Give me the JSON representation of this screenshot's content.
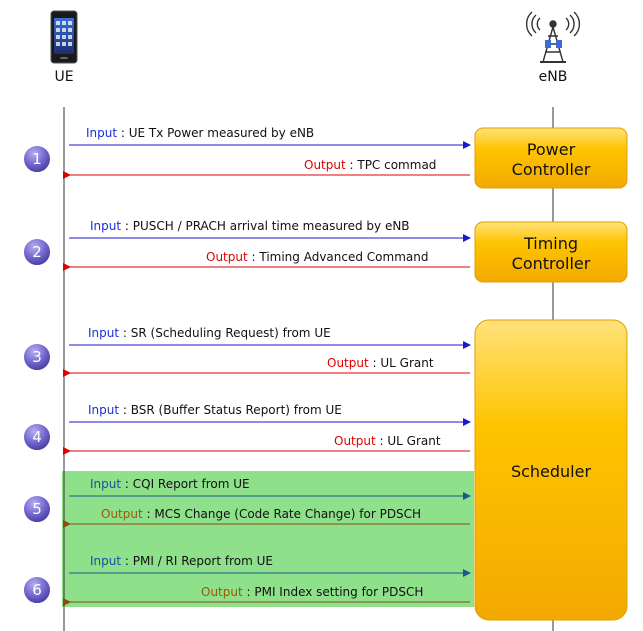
{
  "entities": {
    "ue": {
      "label": "UE",
      "icon": "smartphone-icon"
    },
    "enb": {
      "label": "eNB",
      "icon": "cell-tower-icon"
    }
  },
  "boxes": {
    "power": {
      "line1": "Power",
      "line2": "Controller"
    },
    "timing": {
      "line1": "Timing",
      "line2": "Controller"
    },
    "scheduler": {
      "label": "Scheduler"
    }
  },
  "steps": [
    {
      "num": "1",
      "input": {
        "kw": "Input",
        "text": " : UE Tx Power measured by eNB"
      },
      "output": {
        "kw": "Output",
        "text": " : TPC commad"
      }
    },
    {
      "num": "2",
      "input": {
        "kw": "Input",
        "text": " : PUSCH / PRACH arrival time measured by eNB"
      },
      "output": {
        "kw": "Output",
        "text": " : Timing Advanced Command"
      }
    },
    {
      "num": "3",
      "input": {
        "kw": "Input",
        "text": " : SR (Scheduling Request) from UE"
      },
      "output": {
        "kw": "Output",
        "text": " : UL Grant"
      }
    },
    {
      "num": "4",
      "input": {
        "kw": "Input",
        "text": " : BSR (Buffer Status Report) from UE"
      },
      "output": {
        "kw": "Output",
        "text": " : UL Grant"
      }
    },
    {
      "num": "5",
      "input": {
        "kw": "Input",
        "text": " : CQI Report from UE"
      },
      "output": {
        "kw": "Output",
        "text": " : MCS Change (Code Rate Change) for PDSCH"
      }
    },
    {
      "num": "6",
      "input": {
        "kw": "Input",
        "text": " : PMI / RI Report from UE"
      },
      "output": {
        "kw": "Output",
        "text": " : PMI Index setting for PDSCH"
      }
    }
  ],
  "colors": {
    "input_arrow": "#1a1acc",
    "output_arrow": "#e00000",
    "highlight_bg": "#8ee08a",
    "box_fill": "#ffc000",
    "step_circle": "#6b5fc9"
  }
}
